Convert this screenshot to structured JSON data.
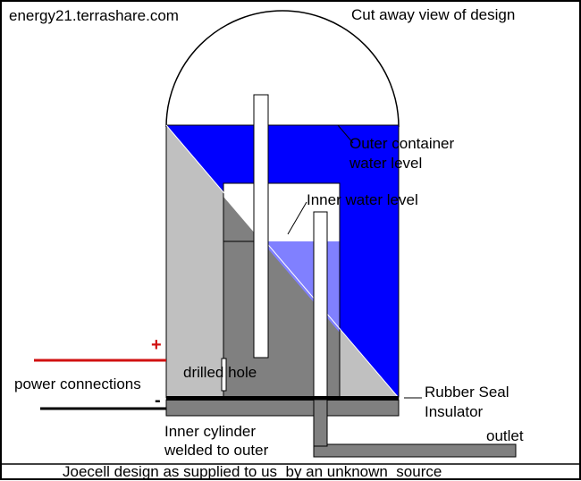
{
  "site": "energy21.terrashare.com",
  "title": "Cut away view of design",
  "labels": {
    "outer_level_1": "Outer container",
    "outer_level_2": "water level",
    "inner_level": "Inner water level",
    "drilled_hole": "drilled hole",
    "power": "power connections",
    "plus": "+",
    "minus": "-",
    "rubber_1": "Rubber Seal",
    "rubber_2": "Insulator",
    "inner_cyl_1": "Inner cylinder",
    "inner_cyl_2": "welded to outer",
    "outlet": "outlet",
    "caption": "Joecell design as supplied to us  by an unknown  source"
  },
  "colors": {
    "outer_water": "#0000ff",
    "inner_water": "#8080ff",
    "steel_light": "#c0c0c0",
    "steel_dark": "#808080",
    "wire_positive": "#d01010",
    "wire_negative": "#000000"
  }
}
